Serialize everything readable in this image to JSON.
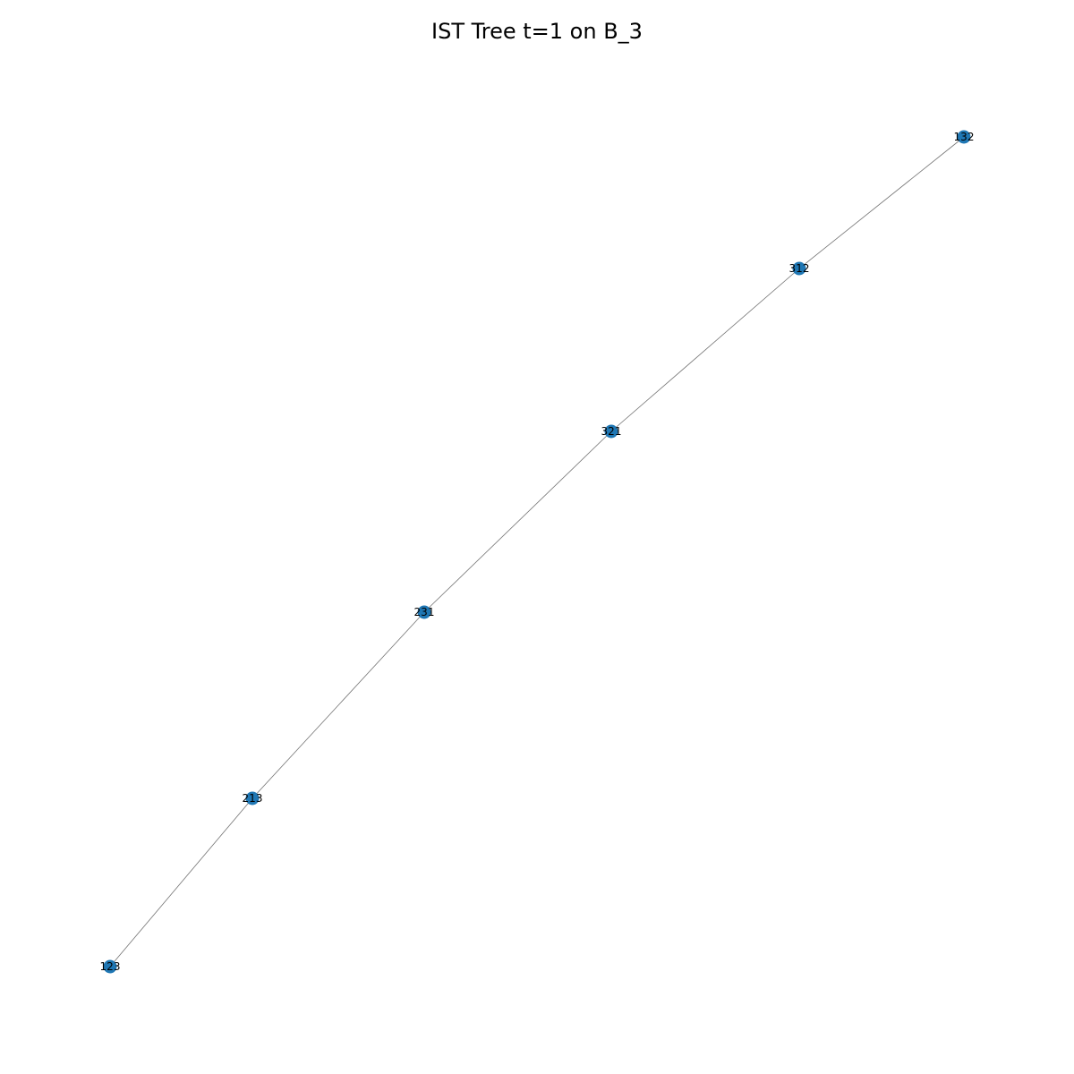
{
  "title": "IST Tree t=1 on B_3",
  "node_color": "#1f77b4",
  "edge_color": "#555555",
  "nodes": [
    {
      "id": "123",
      "label": "123"
    },
    {
      "id": "213",
      "label": "213"
    },
    {
      "id": "231",
      "label": "231"
    },
    {
      "id": "321",
      "label": "321"
    },
    {
      "id": "312",
      "label": "312"
    },
    {
      "id": "132",
      "label": "132"
    }
  ],
  "edges": [
    {
      "source": "123",
      "target": "213"
    },
    {
      "source": "213",
      "target": "231"
    },
    {
      "source": "231",
      "target": "321"
    },
    {
      "source": "321",
      "target": "312"
    },
    {
      "source": "312",
      "target": "132"
    }
  ]
}
